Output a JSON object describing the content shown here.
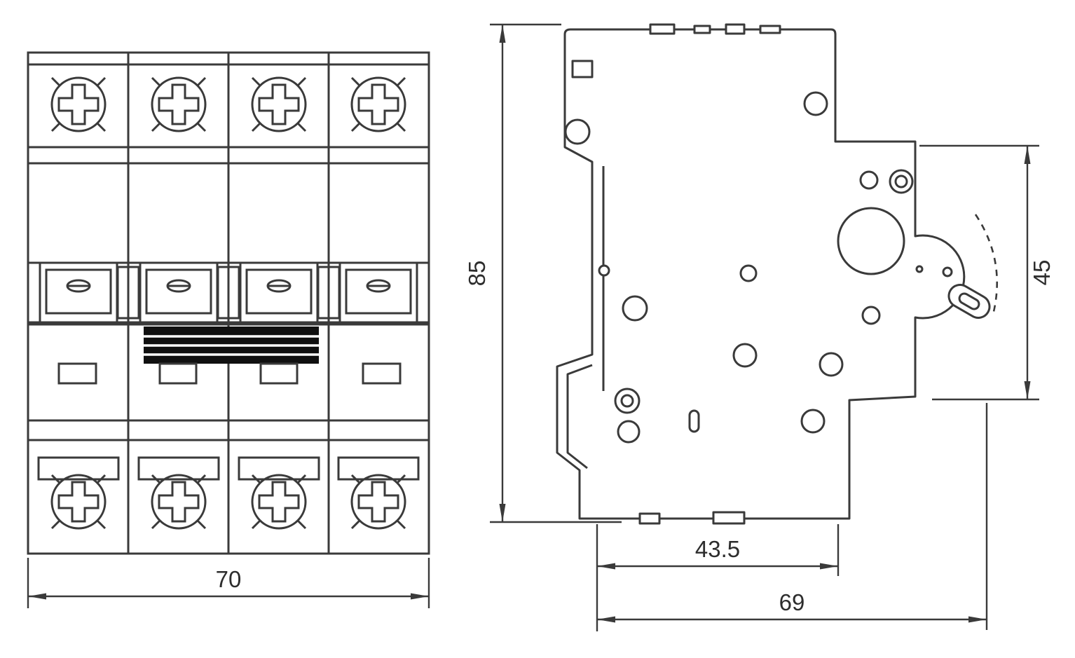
{
  "drawing": {
    "background": "#ffffff",
    "line_color": "#3a3a3a",
    "handle_fill": "#101010",
    "dimensions": {
      "front_width": "70",
      "overall_height": "85",
      "front_face_height": "45",
      "base_depth": "43.5",
      "overall_depth": "69"
    }
  }
}
